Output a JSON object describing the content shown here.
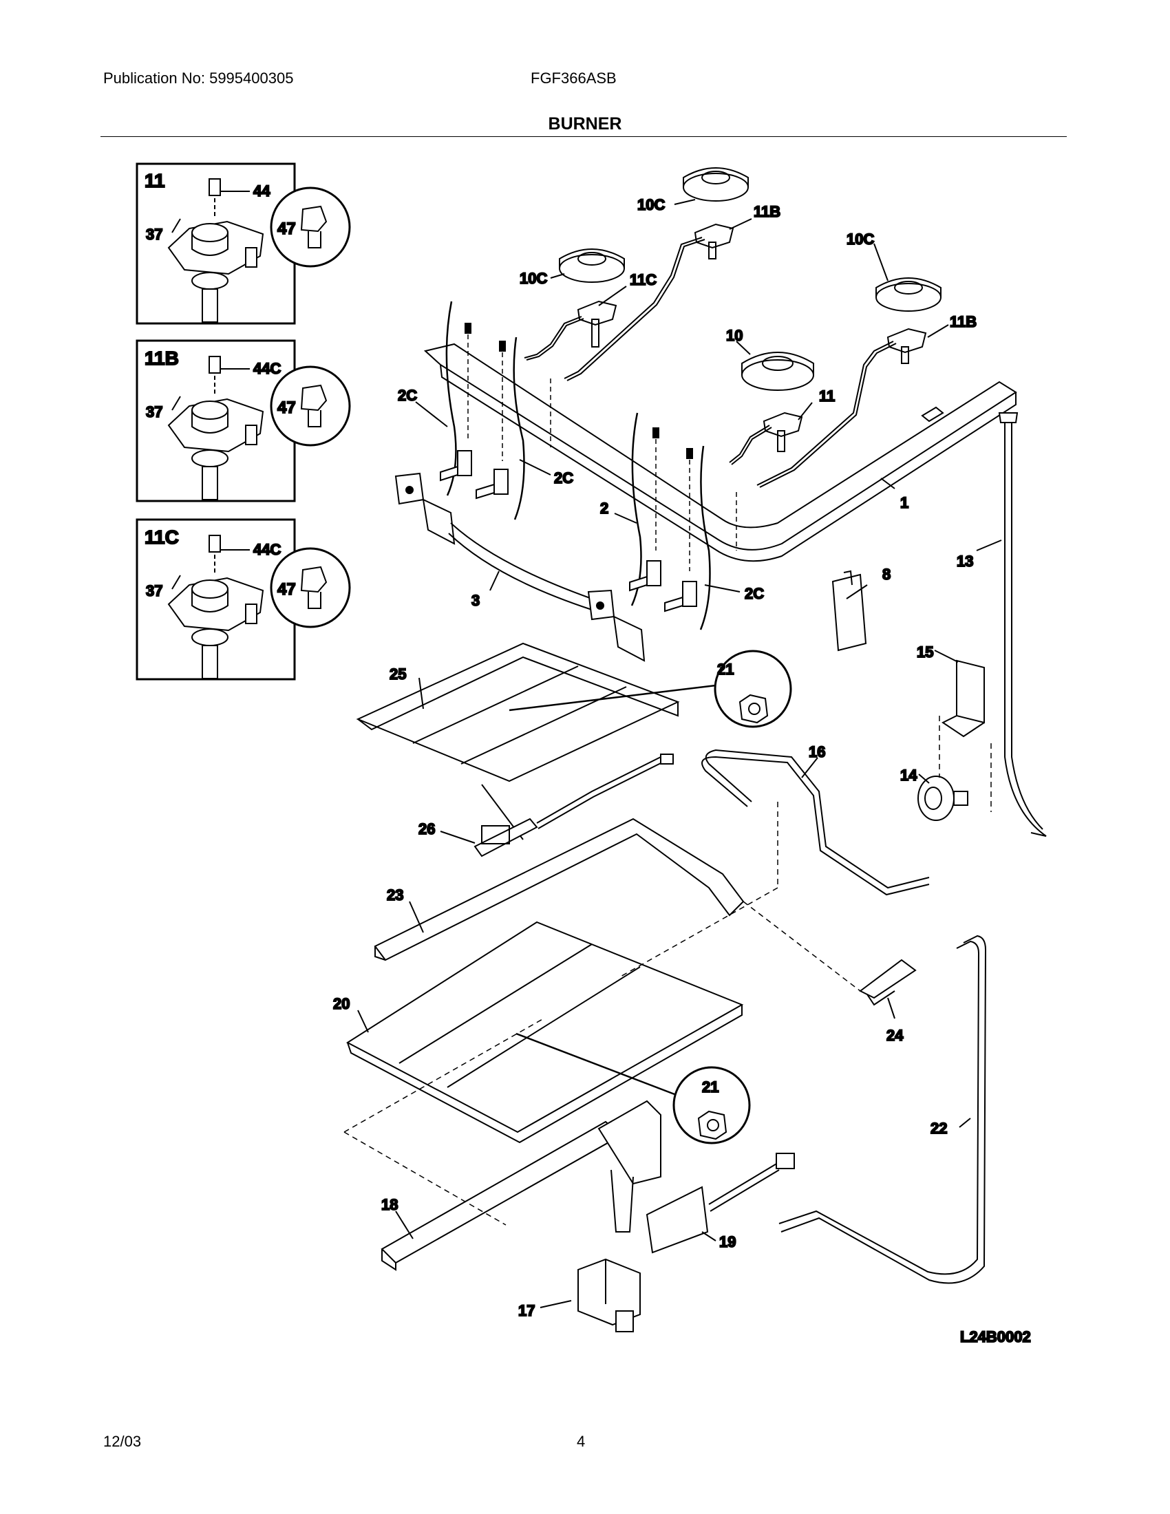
{
  "header": {
    "publication": "Publication No: 5995400305",
    "model": "FGF366ASB",
    "section_title": "BURNER"
  },
  "insets": [
    {
      "title": "11",
      "labels": [
        "44",
        "37",
        "47"
      ]
    },
    {
      "title": "11B",
      "labels": [
        "44C",
        "37",
        "47"
      ]
    },
    {
      "title": "11C",
      "labels": [
        "44C",
        "37",
        "47"
      ]
    }
  ],
  "callouts": {
    "c10C_a": "10C",
    "c11B_a": "11B",
    "c10C_b": "10C",
    "c11C": "11C",
    "c10C_c": "10C",
    "c11B_b": "11B",
    "c10": "10",
    "c11": "11",
    "c2C_a": "2C",
    "c2C_b": "2C",
    "c2": "2",
    "c2C_c": "2C",
    "c1": "1",
    "c3": "3",
    "c13": "13",
    "c8": "8",
    "c15": "15",
    "c21_a": "21",
    "c25": "25",
    "c16": "16",
    "c14": "14",
    "c26": "26",
    "c23": "23",
    "c20": "20",
    "c24": "24",
    "c21_b": "21",
    "c22": "22",
    "c18": "18",
    "c19": "19",
    "c17": "17"
  },
  "drawing_id": "L24B0002",
  "footer": {
    "date": "12/03",
    "page": "4"
  }
}
